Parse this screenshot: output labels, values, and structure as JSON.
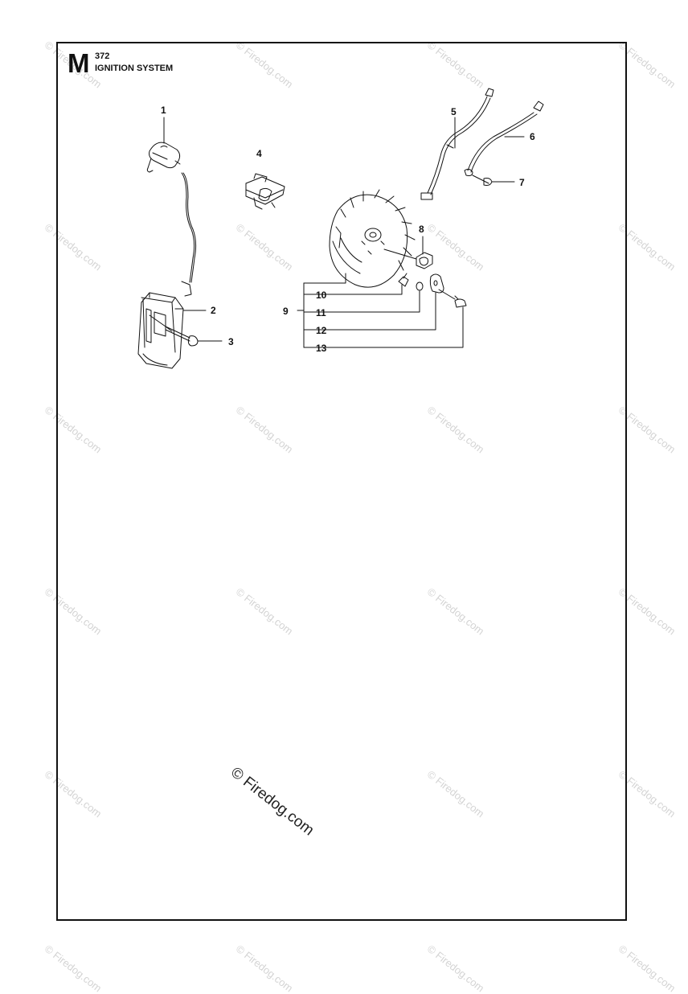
{
  "header": {
    "section_letter": "M",
    "model": "372",
    "title": "IGNITION SYSTEM"
  },
  "callouts": [
    "1",
    "2",
    "3",
    "4",
    "5",
    "6",
    "7",
    "8",
    "9",
    "10",
    "11",
    "12",
    "13"
  ],
  "watermark": {
    "text": "© Firedog.com",
    "color": "#d4d4d4",
    "center_text": "© Firedog.com"
  },
  "colors": {
    "line": "#111111",
    "background": "#ffffff"
  }
}
